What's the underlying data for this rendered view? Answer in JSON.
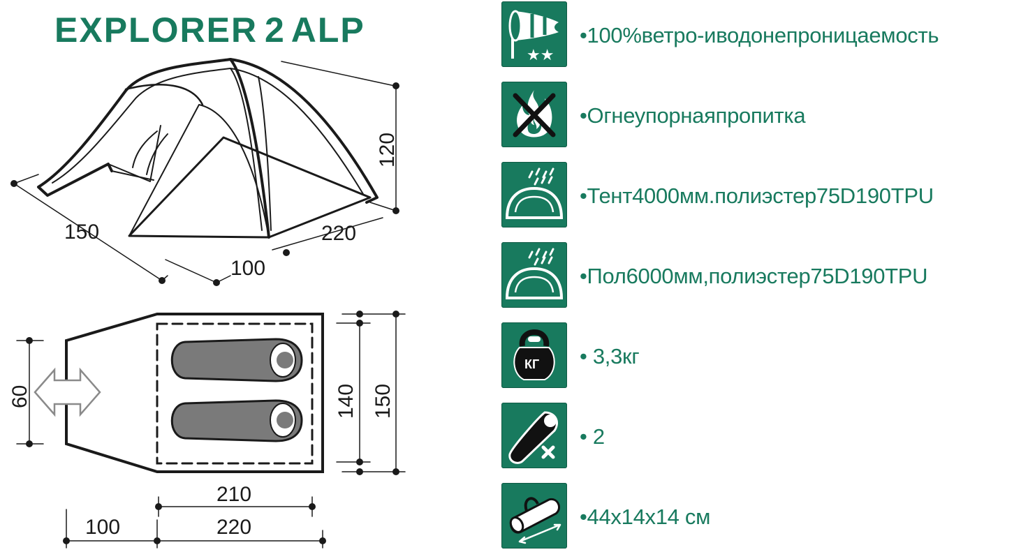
{
  "product": {
    "title": "EXPLORER 2 ALP"
  },
  "dimensions": {
    "height": "120",
    "depth": "150",
    "vestibule": "100",
    "length": "220",
    "plan_width_outer": "150",
    "plan_width_inner": "140",
    "plan_entrance": "60",
    "plan_inner_length": "210",
    "plan_total_length": "220",
    "plan_vestibule": "100"
  },
  "features": [
    {
      "icon": "windsock-icon",
      "text": "•100%ветро-иводонепроницаемость"
    },
    {
      "icon": "no-fire-icon",
      "text": "•Огнеупорнаяпропитка"
    },
    {
      "icon": "rain-dome-icon",
      "text": "•Тент4000мм.полиэстер75D190TPU"
    },
    {
      "icon": "rain-dome-icon",
      "text": "•Пол6000мм,полиэстер75D190TPU"
    },
    {
      "icon": "kettlebell-icon",
      "text": "• 3,3кг",
      "icon_label": "КГ"
    },
    {
      "icon": "sleeping-bag-icon",
      "text": "• 2"
    },
    {
      "icon": "carry-bag-icon",
      "text": "•44x14x14 см"
    }
  ],
  "colors": {
    "accent": "#187a5e",
    "line": "#1a1a1a",
    "bag": "#7a7a7a"
  }
}
